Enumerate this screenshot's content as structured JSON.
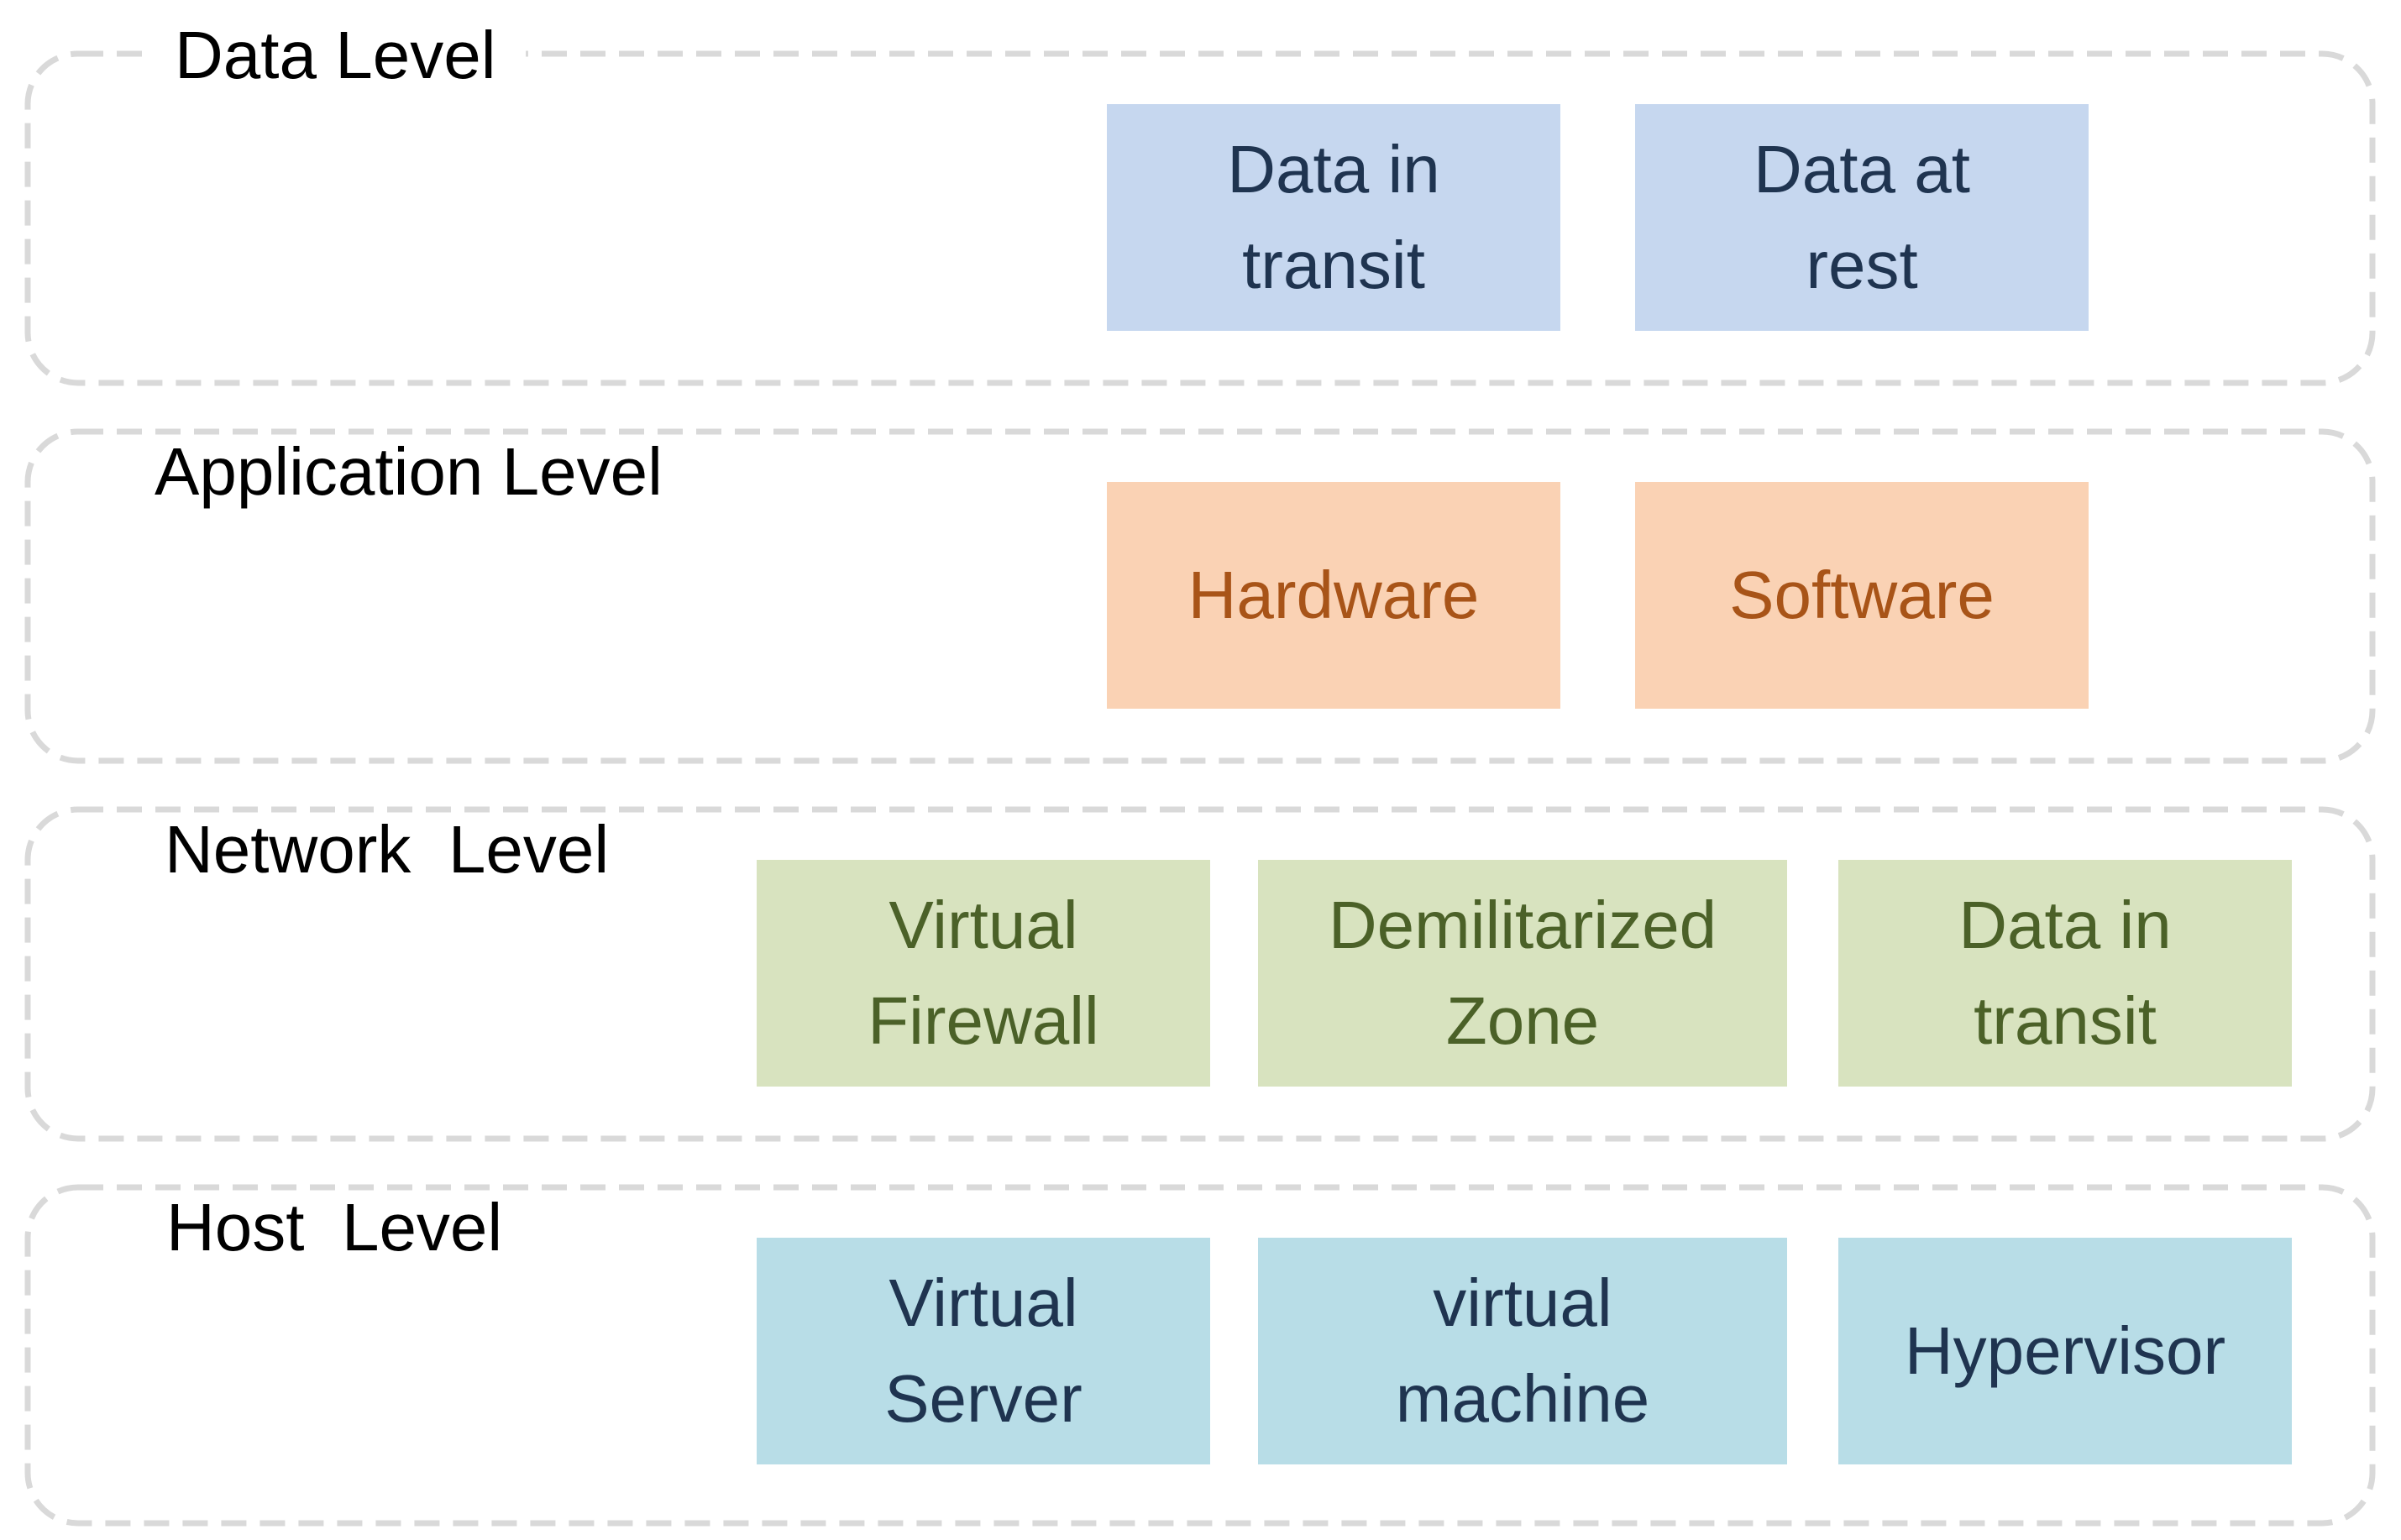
{
  "levels": [
    {
      "label": "Data Level",
      "fill": "#C6D7EF",
      "text_color": "#1F3450",
      "items": [
        "Data in\ntransit",
        "Data at\nrest"
      ]
    },
    {
      "label": "Application Level",
      "fill": "#FAD2B4",
      "text_color": "#A85418",
      "items": [
        "Hardware",
        "Software"
      ]
    },
    {
      "label": "Network  Level",
      "fill": "#D8E3BF",
      "text_color": "#4B6128",
      "items": [
        "Virtual\nFirewall",
        "Demilitarized\nZone",
        "Data in\ntransit"
      ]
    },
    {
      "label": "Host  Level",
      "fill": "#B8DDE7",
      "text_color": "#1F3450",
      "items": [
        "Virtual\nServer",
        "virtual\nmachine",
        "Hypervisor"
      ]
    }
  ],
  "frame_color": "#D9D9D9"
}
